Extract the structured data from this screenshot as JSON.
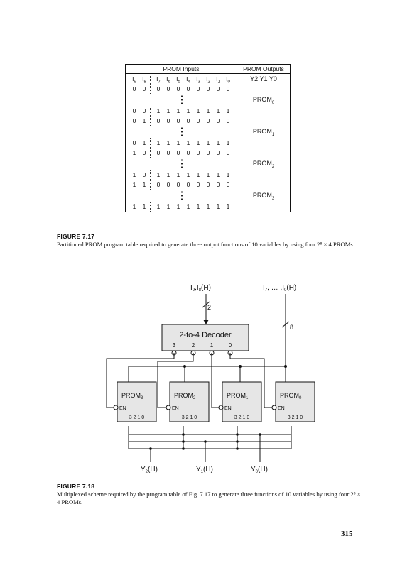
{
  "table": {
    "inputs_header": "PROM Inputs",
    "outputs_header": "PROM Outputs",
    "input_bits_header": [
      "I9",
      "I8",
      "I7",
      "I6",
      "I5",
      "I4",
      "I3",
      "I2",
      "I1",
      "I0"
    ],
    "output_bits_header": "Y2 Y1 Y0",
    "groups": [
      {
        "first": [
          "0",
          "0",
          "0",
          "0",
          "0",
          "0",
          "0",
          "0",
          "0",
          "0"
        ],
        "last": [
          "0",
          "0",
          "1",
          "1",
          "1",
          "1",
          "1",
          "1",
          "1",
          "1"
        ],
        "prom": "PROM",
        "prom_sub": "0"
      },
      {
        "first": [
          "0",
          "1",
          "0",
          "0",
          "0",
          "0",
          "0",
          "0",
          "0",
          "0"
        ],
        "last": [
          "0",
          "1",
          "1",
          "1",
          "1",
          "1",
          "1",
          "1",
          "1",
          "1"
        ],
        "prom": "PROM",
        "prom_sub": "1"
      },
      {
        "first": [
          "1",
          "0",
          "0",
          "0",
          "0",
          "0",
          "0",
          "0",
          "0",
          "0"
        ],
        "last": [
          "1",
          "0",
          "1",
          "1",
          "1",
          "1",
          "1",
          "1",
          "1",
          "1"
        ],
        "prom": "PROM",
        "prom_sub": "2"
      },
      {
        "first": [
          "1",
          "1",
          "0",
          "0",
          "0",
          "0",
          "0",
          "0",
          "0",
          "0"
        ],
        "last": [
          "1",
          "1",
          "1",
          "1",
          "1",
          "1",
          "1",
          "1",
          "1",
          "1"
        ],
        "prom": "PROM",
        "prom_sub": "3"
      }
    ]
  },
  "figure_7_17": {
    "label": "FIGURE 7.17",
    "caption": "Partitioned PROM program table required to generate three output functions of 10 variables by using four 2⁸ × 4 PROMs."
  },
  "diagram": {
    "input_left": "I9,I8(H)",
    "input_right": "I7, … ,I0(H)",
    "bus_left": "2",
    "bus_right": "8",
    "decoder_label": "2-to-4 Decoder",
    "decoder_outputs": [
      "3",
      "2",
      "1",
      "0"
    ],
    "proms": [
      {
        "name": "PROM",
        "sub": "3",
        "en": "EN",
        "bits": "3 2 1 0"
      },
      {
        "name": "PROM",
        "sub": "2",
        "en": "EN",
        "bits": "3 2 1 0"
      },
      {
        "name": "PROM",
        "sub": "1",
        "en": "EN",
        "bits": "3 2 1 0"
      },
      {
        "name": "PROM",
        "sub": "0",
        "en": "EN",
        "bits": "3 2 1 0"
      }
    ],
    "outputs": [
      "Y2(H)",
      "Y1(H)",
      "Y0(H)"
    ]
  },
  "figure_7_18": {
    "label": "FIGURE 7.18",
    "caption": "Multiplexed scheme required by the program table of Fig. 7.17 to generate three functions of 10 variables by using four 2⁸ × 4 PROMs."
  },
  "page_number": "315"
}
